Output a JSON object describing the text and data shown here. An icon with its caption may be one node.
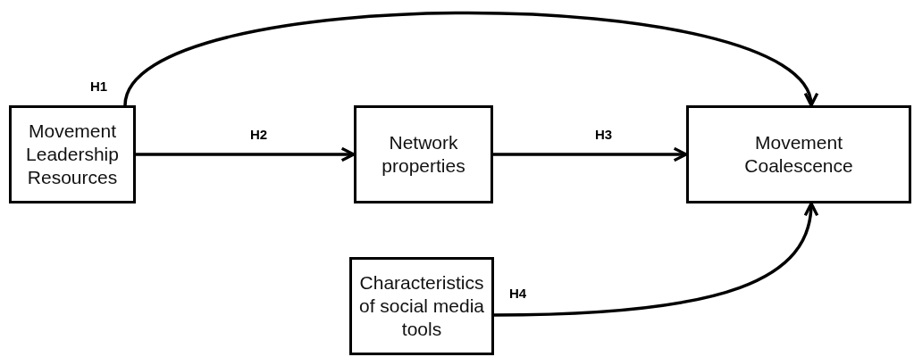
{
  "diagram": {
    "nodes": [
      {
        "text": [
          "Movement Leadership Resources"
        ]
      },
      {
        "text": [
          "Network properties"
        ]
      },
      {
        "text": [
          "Movement Coalescence"
        ]
      },
      {
        "text": [
          "Characteristics of social media tools"
        ]
      }
    ],
    "edges": [
      {
        "from": 0,
        "to": 2,
        "arrow": "to",
        "label": "H1"
      },
      {
        "from": 0,
        "to": 1,
        "arrow": "to",
        "label": "H2"
      },
      {
        "from": 1,
        "to": 2,
        "arrow": "to",
        "label": "H3"
      },
      {
        "from": 3,
        "to": 2,
        "arrow": "to",
        "label": "H4"
      }
    ]
  }
}
